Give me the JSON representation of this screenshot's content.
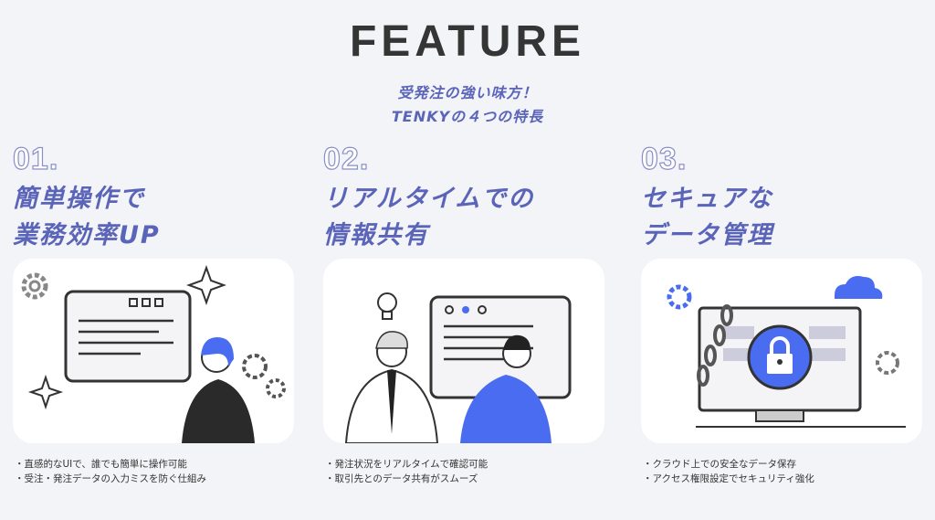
{
  "header": {
    "title": "FEATURE",
    "subtitle_line1": "受発注の強い味方！",
    "subtitle_line2": "TENKYの４つの特長"
  },
  "features": [
    {
      "number": "01.",
      "heading_line1": "簡単操作で",
      "heading_line2": "業務効率UP",
      "bullets": [
        "・直感的なUIで、誰でも簡単に操作可能",
        "・受注・発注データの入力ミスを防ぐ仕組み"
      ]
    },
    {
      "number": "02.",
      "heading_line1": "リアルタイムでの",
      "heading_line2": "情報共有",
      "bullets": [
        "・発注状況をリアルタイムで確認可能",
        "・取引先とのデータ共有がスムーズ"
      ]
    },
    {
      "number": "03.",
      "heading_line1": "セキュアな",
      "heading_line2": "データ管理",
      "bullets": [
        "・クラウド上での安全なデータ保存",
        "・アクセス権限設定でセキュリティ強化"
      ]
    }
  ],
  "colors": {
    "accent": "#5a64b8",
    "blue": "#4a6cf0",
    "background": "#f3f4f7"
  }
}
